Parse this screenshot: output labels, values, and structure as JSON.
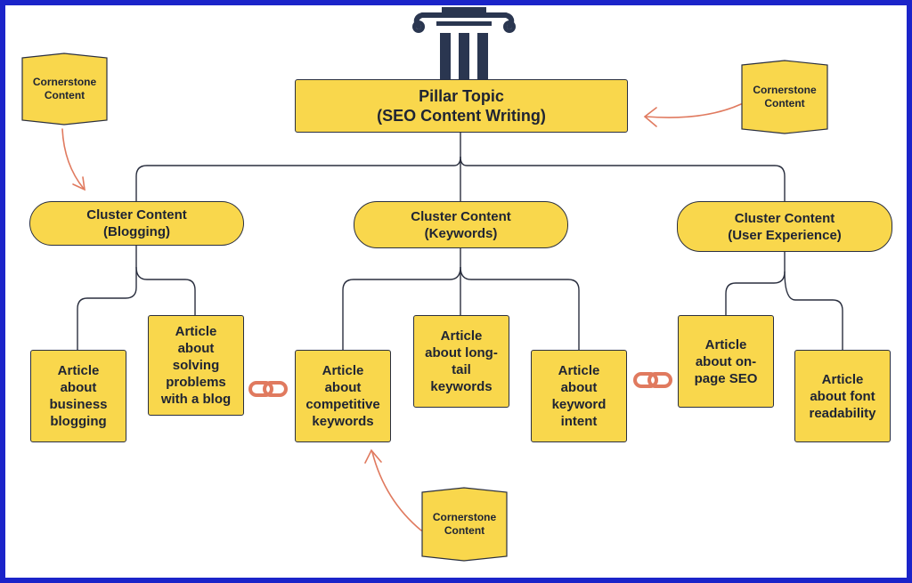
{
  "pillar": {
    "label": "Pillar Topic\n(SEO Content Writing)"
  },
  "clusters": [
    {
      "label": "Cluster Content\n(Blogging)"
    },
    {
      "label": "Cluster Content\n(Keywords)"
    },
    {
      "label": "Cluster Content\n(User Experience)"
    }
  ],
  "articles": [
    {
      "label": "Article\nabout\nbusiness\nblogging"
    },
    {
      "label": "Article\nabout\nsolving\nproblems\nwith a blog"
    },
    {
      "label": "Article\nabout\ncompetitive\nkeywords"
    },
    {
      "label": "Article\nabout long-\ntail\nkeywords"
    },
    {
      "label": "Article\nabout\nkeyword\nintent"
    },
    {
      "label": "Article\nabout on-\npage SEO"
    },
    {
      "label": "Article\nabout font\nreadability"
    }
  ],
  "cornerstone_tags": [
    {
      "label": "Cornerstone\nContent"
    },
    {
      "label": "Cornerstone\nContent"
    },
    {
      "label": "Cornerstone\nContent"
    }
  ],
  "icons": [
    "pillar-column-icon",
    "link-chain-icon"
  ],
  "colors": {
    "border": "#1b24c9",
    "box": "#f9d74c",
    "line": "#2a2f3f",
    "arrow": "#e07a5f"
  }
}
